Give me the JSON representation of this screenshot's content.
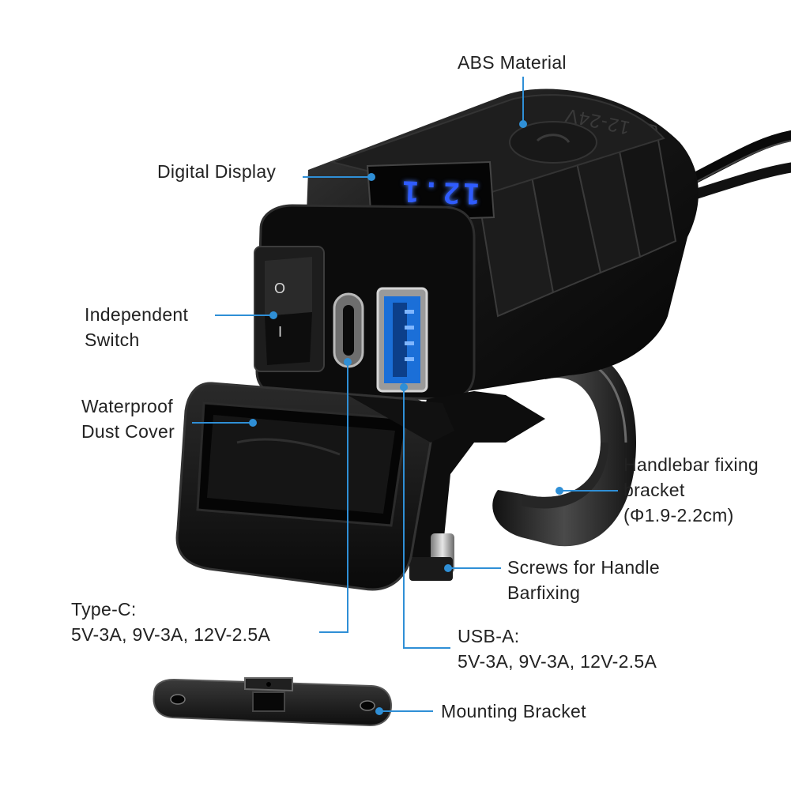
{
  "colors": {
    "background": "#ffffff",
    "leader_line": "#2f8fd6",
    "label_text": "#222222",
    "body_plastic": "#111111",
    "display_blue": "#2f5cff"
  },
  "product": {
    "emboss_text": "12-24V",
    "display_reading": "12.1",
    "switch_on_symbol": "I",
    "switch_off_symbol": "O"
  },
  "labels": {
    "abs_material": "ABS Material",
    "digital_display": "Digital Display",
    "independent_switch": [
      "Independent",
      "Switch"
    ],
    "waterproof_cover": [
      "Waterproof",
      "Dust Cover"
    ],
    "handlebar_bracket": [
      "Handlebar fixing",
      "bracket",
      "(Φ1.9-2.2cm)"
    ],
    "screws": [
      "Screws for Handle",
      "Barfixing"
    ],
    "type_c": [
      "Type-C:",
      "5V-3A, 9V-3A, 12V-2.5A"
    ],
    "usb_a": [
      "USB-A:",
      "5V-3A, 9V-3A, 12V-2.5A"
    ],
    "mounting_bracket": "Mounting Bracket"
  }
}
